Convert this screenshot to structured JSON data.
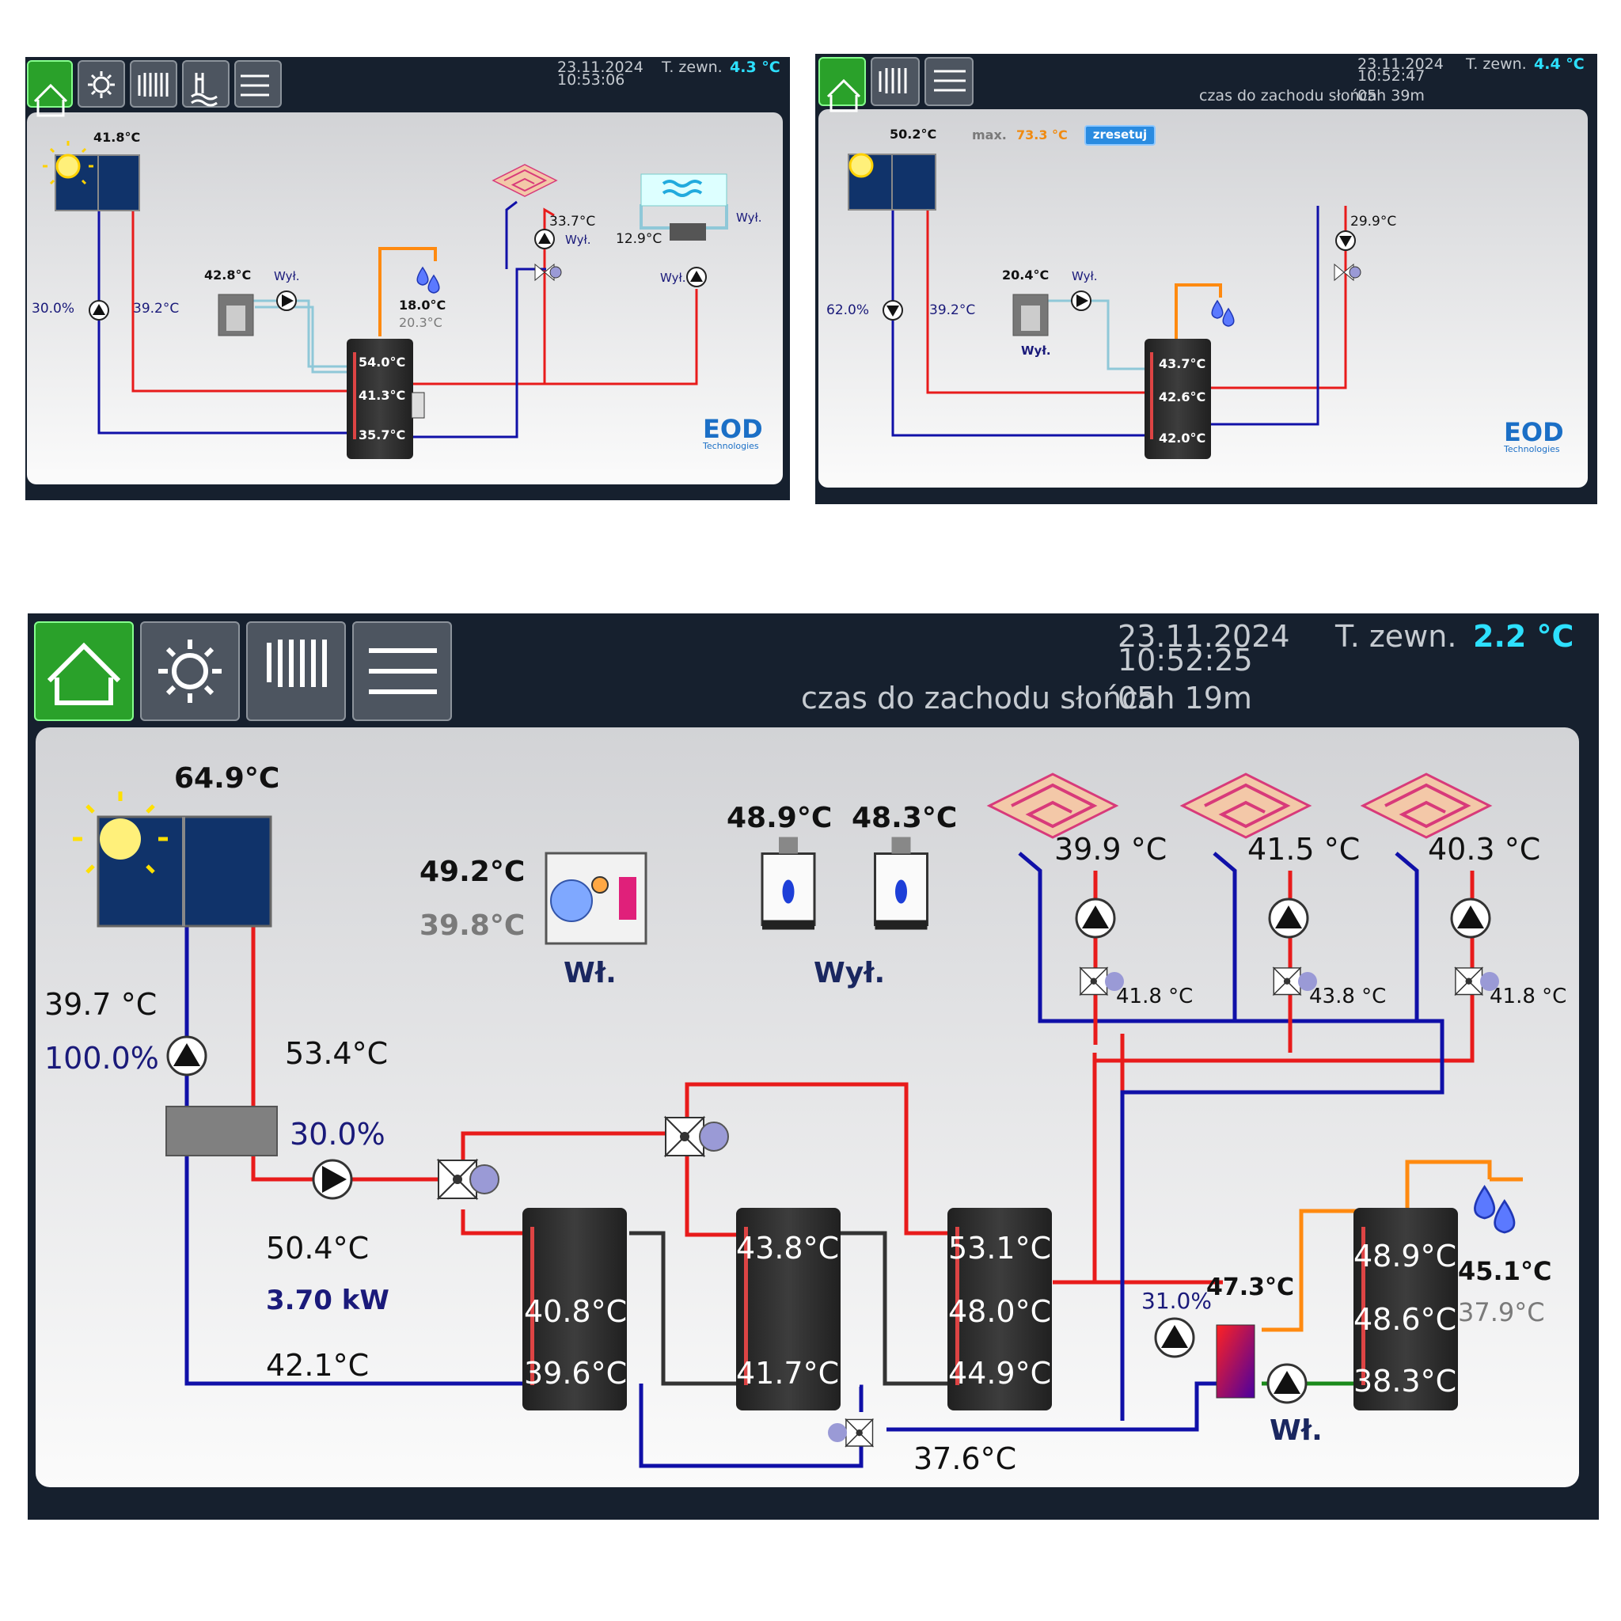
{
  "screen1": {
    "date": "23.11.2024",
    "time": "10:53:06",
    "outdoor_label": "T. zewn.",
    "outdoor_temp": "4.3 °C",
    "nav": [
      "home-icon",
      "sun-icon",
      "radiator-icon",
      "pool-icon",
      "settings-sliders-icon"
    ],
    "collector_temp": "41.8°C",
    "pump_percent": "30.0%",
    "return_temp": "39.2°C",
    "boiler_temp": "42.8°C",
    "boiler_status": "Wył.",
    "tank_top": "54.0°C",
    "tank_mid": "41.3°C",
    "tank_bottom": "35.7°C",
    "dhw_temp": "18.0°C",
    "dhw_temp2": "20.3°C",
    "floor_temp": "33.7°C",
    "floor_status": "Wył.",
    "pool_temp": "12.9°C",
    "pool_status": "Wył.",
    "pool_pump_status": "Wył.",
    "logo": "EOD",
    "logo_sub": "Technologies"
  },
  "screen2": {
    "date": "23.11.2024",
    "time": "10:52:47",
    "outdoor_label": "T. zewn.",
    "outdoor_temp": "4.4 °C",
    "sunset_label": "czas do zachodu słońca",
    "sunset_value": "05h 39m",
    "nav": [
      "home-icon",
      "radiator-icon",
      "settings-sliders-icon"
    ],
    "collector_temp": "50.2°C",
    "max_label": "max.",
    "max_value": "73.3 °C",
    "reset_label": "zresetuj",
    "pump_percent": "62.0%",
    "return_temp": "39.2°C",
    "boiler_temp": "20.4°C",
    "boiler_status": "Wył.",
    "boiler_status2": "Wył.",
    "tank_top": "43.7°C",
    "tank_mid": "42.6°C",
    "tank_bottom": "42.0°C",
    "floor_temp": "29.9°C",
    "logo": "EOD",
    "logo_sub": "Technologies"
  },
  "screen3": {
    "date": "23.11.2024",
    "time": "10:52:25",
    "outdoor_label": "T. zewn.",
    "outdoor_temp": "2.2 °C",
    "sunset_label": "czas do zachodu słońca",
    "sunset_value": "05h 19m",
    "nav": [
      "home-icon",
      "sun-icon",
      "radiator-icon",
      "settings-sliders-icon"
    ],
    "collector_temp": "64.9°C",
    "solar_return": "39.7 °C",
    "solar_pump_percent": "100.0%",
    "hx_temp": "53.4°C",
    "hx_percent": "30.0%",
    "flow_temp": "50.4°C",
    "power": "3.70 kW",
    "return_temp": "42.1°C",
    "heat_pump_temp1": "49.2°C",
    "heat_pump_temp2": "39.8°C",
    "heat_pump_status": "Wł.",
    "boiler1_temp": "48.9°C",
    "boiler2_temp": "48.3°C",
    "boilers_status": "Wył.",
    "zones": [
      {
        "temp": "39.9 °C",
        "mix": "41.8 °C"
      },
      {
        "temp": "41.5 °C",
        "mix": "43.8 °C"
      },
      {
        "temp": "40.3 °C",
        "mix": "41.8 °C"
      }
    ],
    "tank1": {
      "mid": "40.8°C",
      "bottom": "39.6°C"
    },
    "tank2": {
      "top": "43.8°C",
      "bottom": "41.7°C"
    },
    "tank3": {
      "top": "53.1°C",
      "mid": "48.0°C",
      "bottom": "44.9°C"
    },
    "mix_return_temp": "37.6°C",
    "dhw_pump_percent": "31.0%",
    "dhw_hx_temp": "47.3°C",
    "dhw_pump_status": "Wł.",
    "dhw_tank": {
      "top": "48.9°C",
      "mid": "48.6°C",
      "bottom": "38.3°C"
    },
    "dhw_temp": "45.1°C",
    "dhw_temp2": "37.9°C"
  }
}
